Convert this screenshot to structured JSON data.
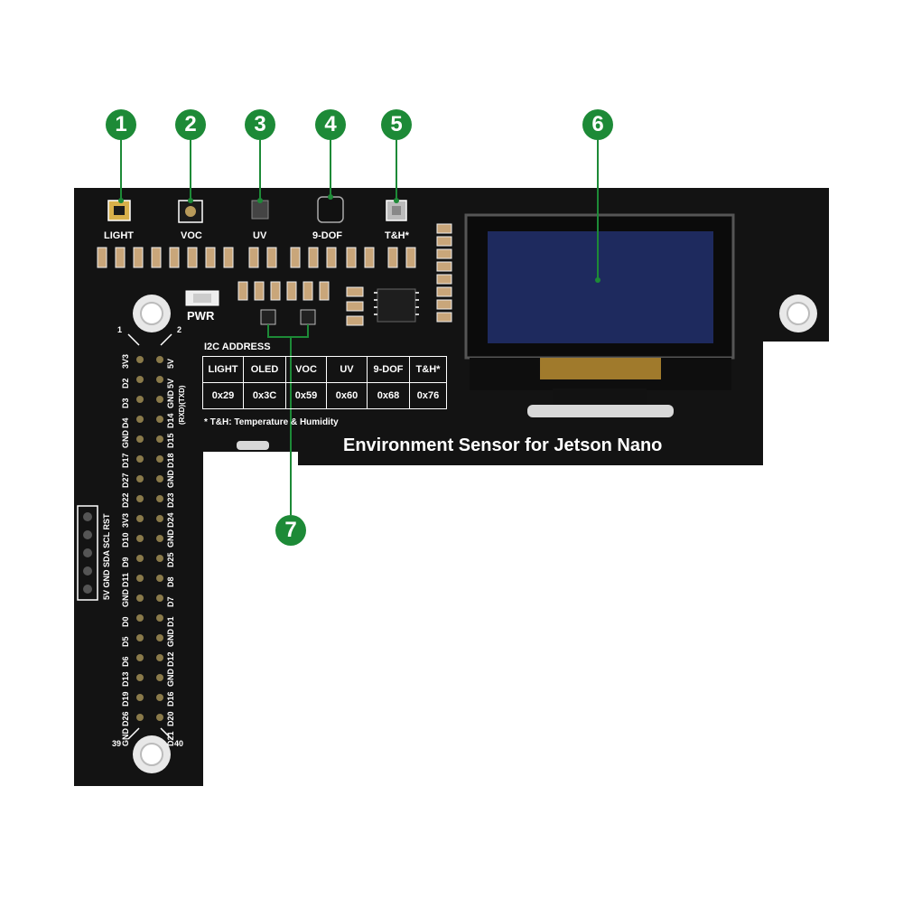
{
  "callouts": [
    "1",
    "2",
    "3",
    "4",
    "5",
    "6",
    "7"
  ],
  "sensor_labels": {
    "light": "LIGHT",
    "voc": "VOC",
    "uv": "UV",
    "dof": "9-DOF",
    "th": "T&H*"
  },
  "pwr_label": "PWR",
  "i2c": {
    "title": "I2C ADDRESS",
    "headers": [
      "LIGHT",
      "OLED",
      "VOC",
      "UV",
      "9-DOF",
      "T&H*"
    ],
    "addresses": [
      "0x29",
      "0x3C",
      "0x59",
      "0x60",
      "0x68",
      "0x76"
    ],
    "footnote": "* T&H: Temperature & Humidity"
  },
  "board_title": "Environment Sensor for Jetson Nano",
  "pin_numbers": {
    "p1": "1",
    "p2": "2",
    "p39": "39",
    "p40": "40"
  },
  "header_left_col": [
    "3V3",
    "D2",
    "D3",
    "D4",
    "GND",
    "D17",
    "D27",
    "D22",
    "3V3",
    "D10",
    "D9",
    "D11",
    "GND",
    "D0",
    "D5",
    "D6",
    "D13",
    "D19",
    "D26",
    "GND"
  ],
  "header_right_col": [
    "5V",
    "5V",
    "GND",
    "D14",
    "D15",
    "D18",
    "GND",
    "D23",
    "D24",
    "GND",
    "D25",
    "D8",
    "D7",
    "D1",
    "GND",
    "D12",
    "GND",
    "D16",
    "D20",
    "D21"
  ],
  "uart_note": "(RXD)(TXD)",
  "side_connector_label": "5V GND SDA SCL RST",
  "colors": {
    "board": "#131313",
    "callout": "#1d8a37",
    "oled_screen": "#1e2a5e",
    "hole_ring": "#e8e8e8"
  }
}
